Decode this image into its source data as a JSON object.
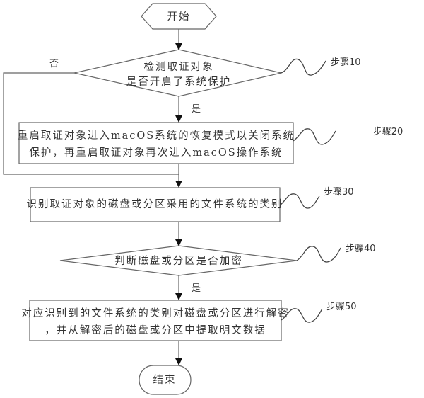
{
  "diagram": {
    "type": "flowchart",
    "start": {
      "label": "开始"
    },
    "end": {
      "label": "结束"
    },
    "nodes": [
      {
        "id": "step10",
        "kind": "decision",
        "lines": [
          "检测取证对象",
          "是否开启了系统保护"
        ],
        "step_label": "步骤10"
      },
      {
        "id": "step20",
        "kind": "process",
        "lines": [
          "重启取证对象进入macOS系统的恢复模式以关闭系统",
          "保护，再重启取证对象再次进入macOS操作系统"
        ],
        "step_label": "步骤20"
      },
      {
        "id": "step30",
        "kind": "process",
        "lines": [
          "识别取证对象的磁盘或分区采用的文件系统的类别"
        ],
        "step_label": "步骤30"
      },
      {
        "id": "step40",
        "kind": "decision",
        "lines": [
          "判断磁盘或分区是否加密"
        ],
        "step_label": "步骤40"
      },
      {
        "id": "step50",
        "kind": "process",
        "lines": [
          "对应识别到的文件系统的类别对磁盘或分区进行解密",
          "，并从解密后的磁盘或分区中提取明文数据"
        ],
        "step_label": "步骤50"
      }
    ],
    "edges": [
      {
        "from": "start",
        "to": "step10",
        "label": ""
      },
      {
        "from": "step10",
        "to": "step20",
        "label": "是"
      },
      {
        "from": "step10",
        "to": "step30",
        "label": "否"
      },
      {
        "from": "step20",
        "to": "step30",
        "label": ""
      },
      {
        "from": "step30",
        "to": "step40",
        "label": ""
      },
      {
        "from": "step40",
        "to": "step50",
        "label": "是"
      },
      {
        "from": "step50",
        "to": "end",
        "label": ""
      }
    ]
  }
}
